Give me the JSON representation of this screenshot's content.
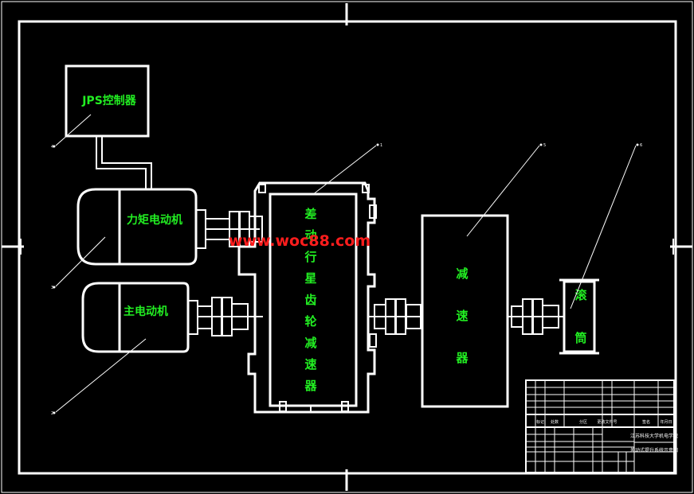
{
  "components": {
    "jps_controller": "JPS控制器",
    "torque_motor": "力矩电动机",
    "main_motor": "主电动机",
    "differential_planetary_reducer": [
      "差",
      "动",
      "行",
      "星",
      "齿",
      "轮",
      "减",
      "速",
      "器"
    ],
    "reducer": [
      "减",
      "速",
      "器"
    ],
    "drum": [
      "滚",
      "筒"
    ]
  },
  "watermark": "www.woc88.com",
  "leader_tags": [
    "4",
    "3",
    "2",
    "1",
    "5",
    "6"
  ],
  "title_block": {
    "sign_labels": [
      "标记",
      "处数",
      "分区",
      "更改文件号",
      "签名",
      "年月日"
    ],
    "company": "江苏科技大学机电学院",
    "drawing_title": "差动式提升系统示意图"
  },
  "colors": {
    "label": "#22ee22",
    "watermark": "#ff1d1d",
    "lines": "#ffffff",
    "background": "#000000"
  }
}
